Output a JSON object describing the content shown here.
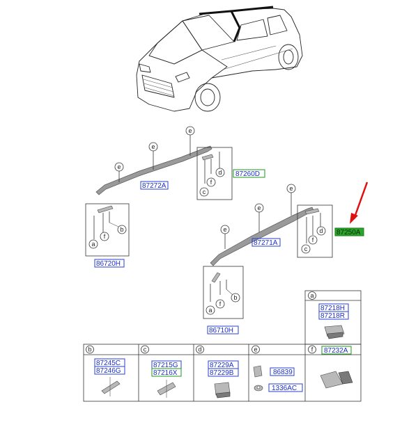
{
  "colors": {
    "blue_label": "#1a2fc9",
    "green_label": "#0c6b0c",
    "green_fill": "#2aa52a",
    "arrow": "#e01010"
  },
  "callouts": {
    "rail_left_e1": "e",
    "rail_left_e2": "e",
    "rail_left_e3": "e",
    "rail_right_e1": "e",
    "rail_right_e2": "e",
    "rail_right_e3": "e",
    "a": "a",
    "b": "b",
    "c": "c",
    "d": "d",
    "f": "f"
  },
  "parts": {
    "p87272A": "87272A",
    "p87260D": "87260D",
    "p86720H": "86720H",
    "p87271A": "87271A",
    "p87250A": "87250A",
    "p86710H": "86710H",
    "p87218H": "87218H",
    "p87218R": "87218R",
    "p87245C": "87245C",
    "p87246G": "87246G",
    "p87215G": "87215G",
    "p87216X": "87216X",
    "p87229A": "87229A",
    "p87229B": "87229B",
    "p86839": "86839",
    "p1336AC": "1336AC",
    "p87232A": "87232A"
  },
  "table_headers": [
    "a",
    "b",
    "c",
    "d",
    "e",
    "f"
  ]
}
